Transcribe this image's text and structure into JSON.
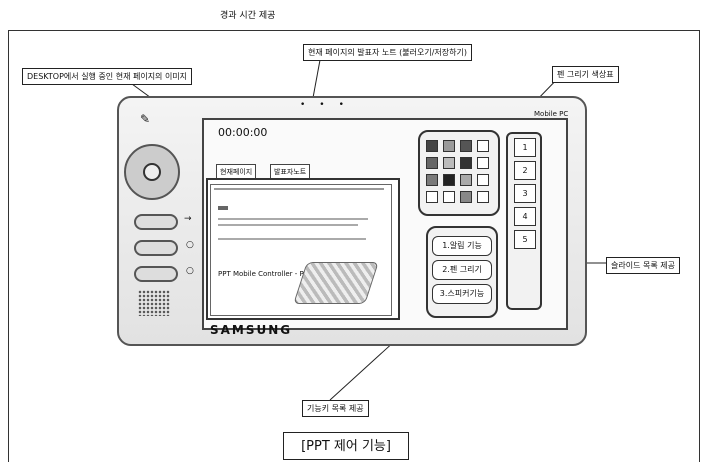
{
  "top_label": "경과 시간 제공",
  "callouts": {
    "desktop_image": "DESKTOP에서 실행 중인 현재 페이지의 이미지",
    "speaker_note": "현재 페이지의 발표자 노트 (불러오기/저장하기)",
    "pen_color": "펜 그리기 색상표",
    "slide_list": "슬라이드 목록 제공",
    "function_list": "기능키 목록 제공"
  },
  "device": {
    "brand": "SAMSUNG",
    "model_label": "Mobile PC",
    "timer": "00:00:00",
    "screen_buttons": [
      "현재페이지",
      "발표자노트"
    ],
    "doc_title": "PPT Mobile Controller - PC",
    "function_buttons": [
      "1.알림 기능",
      "2.펜 그리기",
      "3.스피커기능"
    ],
    "slide_numbers": [
      "1",
      "2",
      "3",
      "4",
      "5"
    ]
  },
  "palette_colors": [
    "#444444",
    "#9a9a9a",
    "#555555",
    "#ffffff",
    "#666666",
    "#bbbbbb",
    "#333333",
    "#ffffff",
    "#7a7a7a",
    "#222222",
    "#aaaaaa",
    "#ffffff",
    "#ffffff",
    "#ffffff",
    "#888888",
    "#ffffff"
  ],
  "figure_title": "[PPT 제어 기능]"
}
